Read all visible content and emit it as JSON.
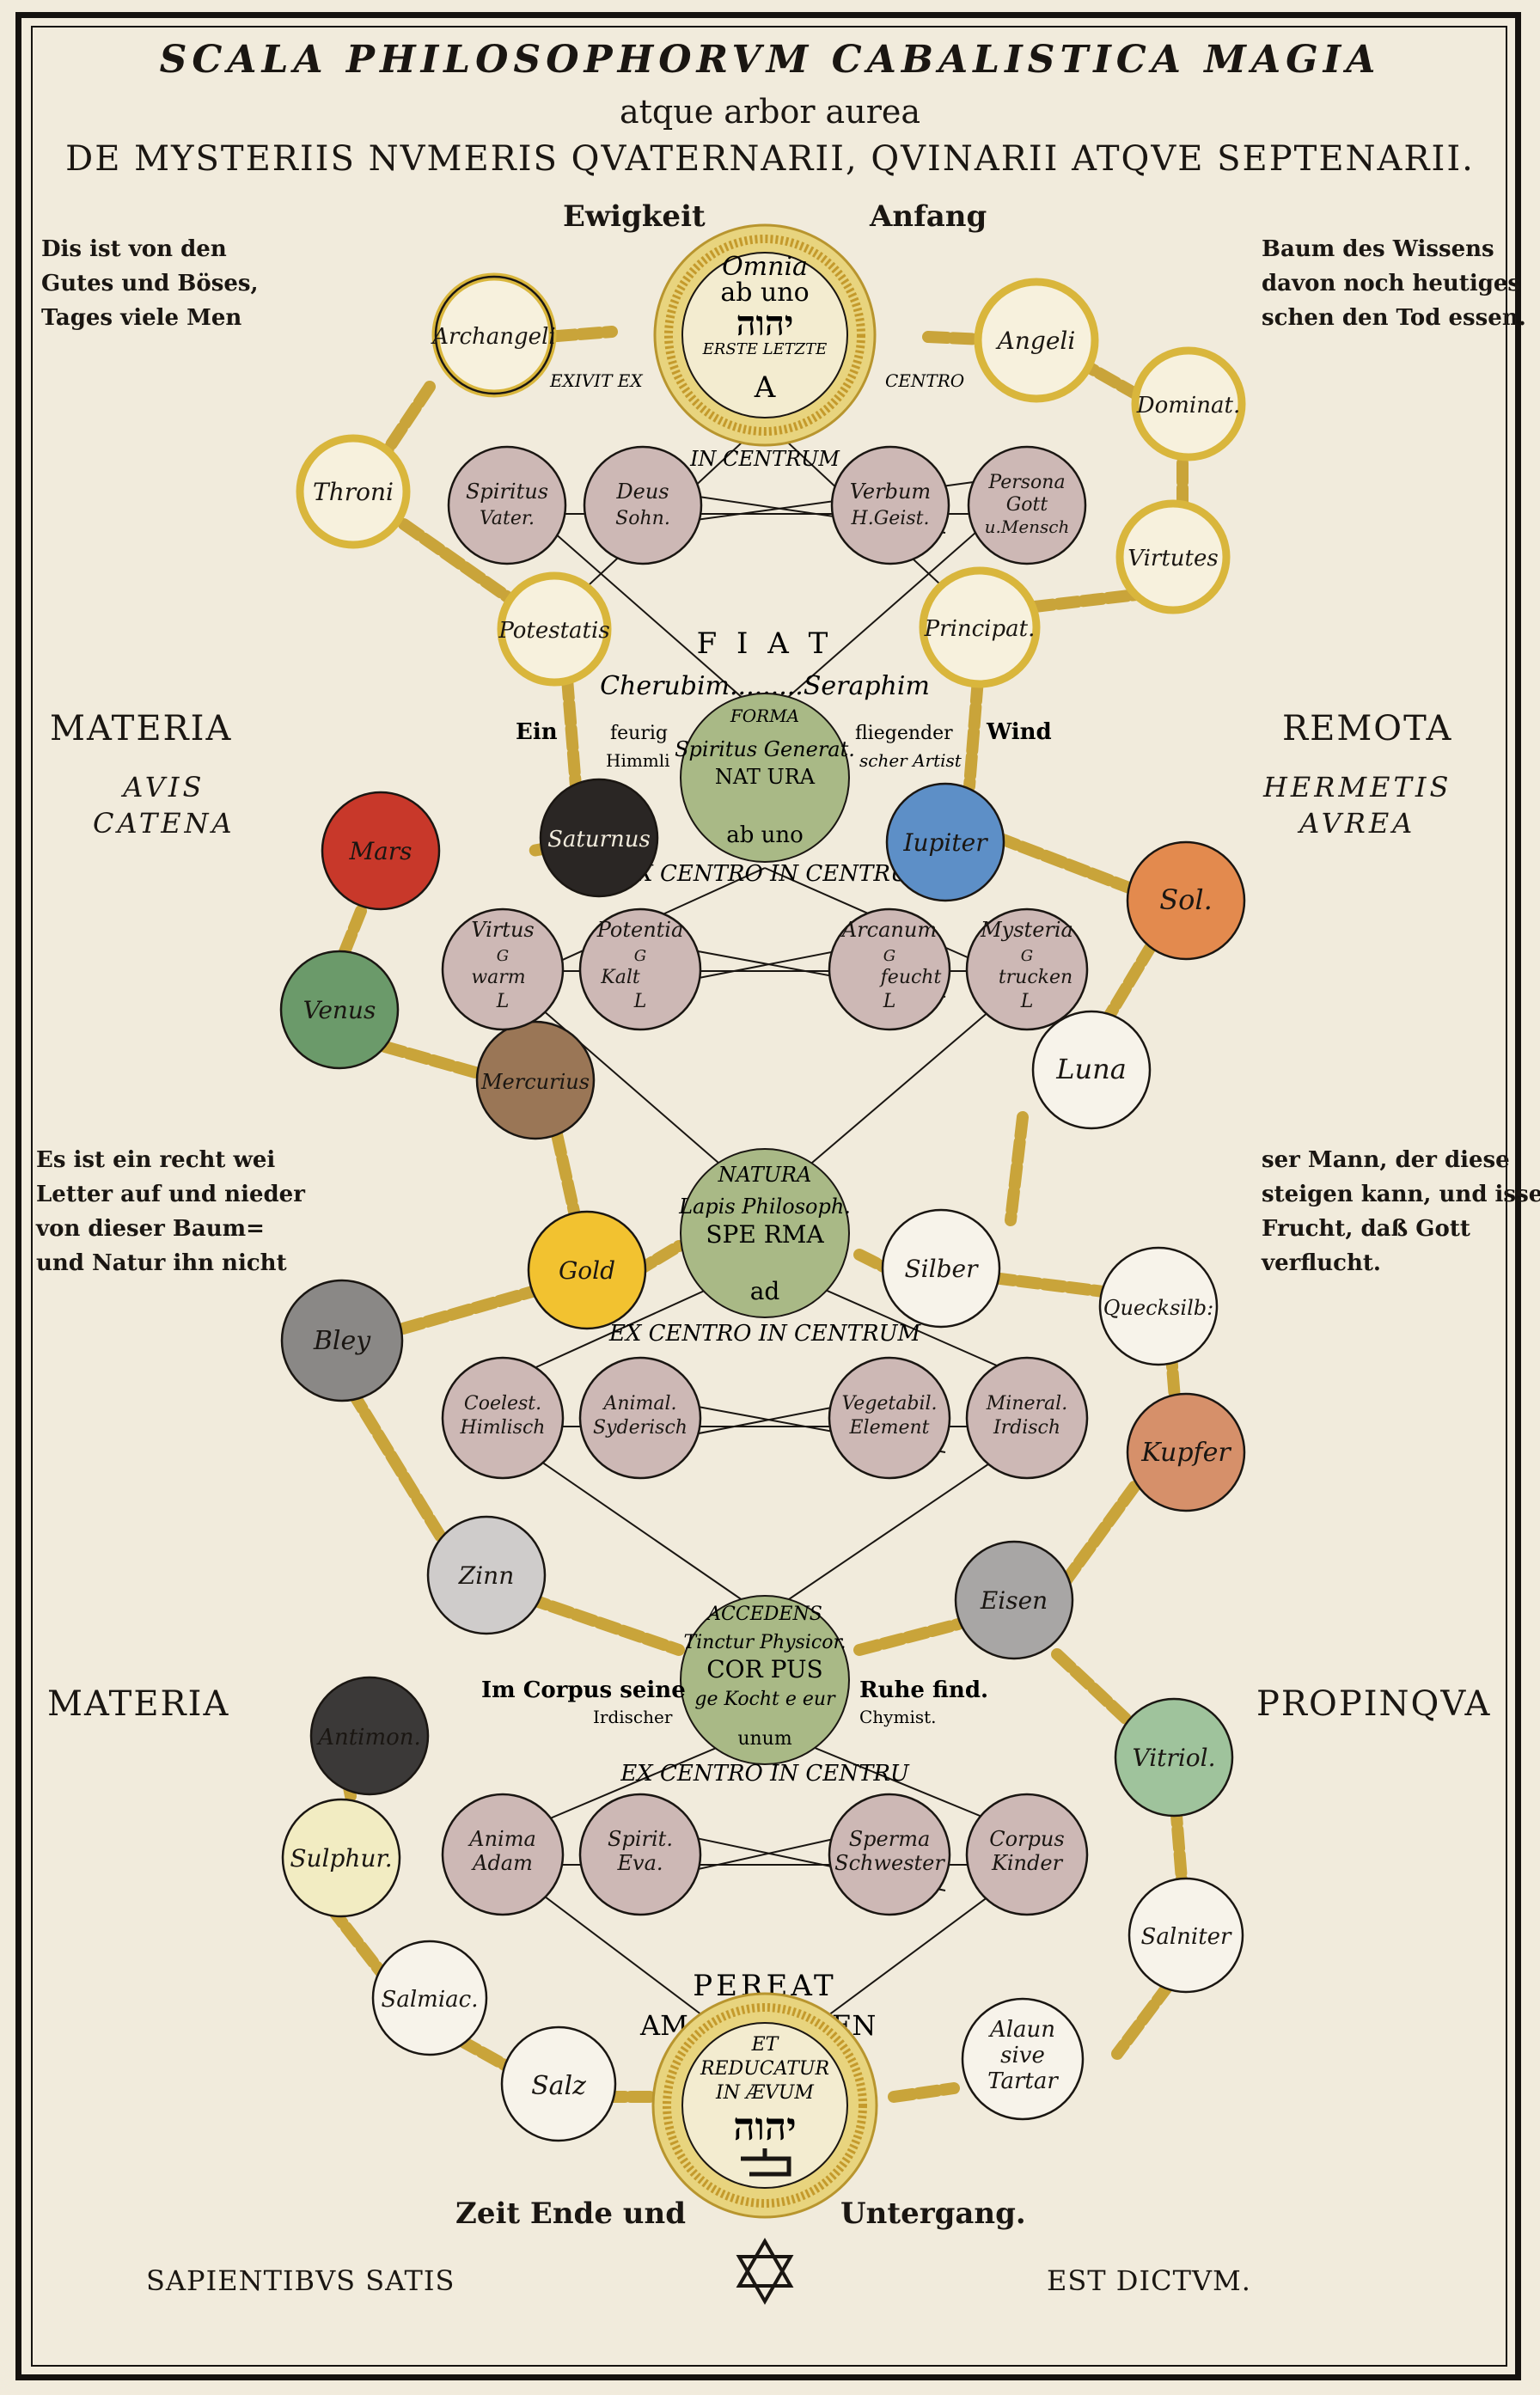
{
  "title": {
    "line1": "SCALA PHILOSOPHORVM CABALISTICA MAGIA",
    "line2": "atque arbor aurea",
    "line3": "DE MYSTERIIS NVMERIS QVATERNARII, QVINARII ATQVE SEPTENARII."
  },
  "top": {
    "left_word": "Ewigkeit",
    "right_word": "Anfang"
  },
  "left_text_1": [
    "Dis ist von den",
    "Gutes und Böses,",
    "Tages viele Men"
  ],
  "right_text_1": [
    "Baum des Wissens",
    "davon noch heutiges",
    "schen den Tod essen."
  ],
  "left_text_2": [
    "Es ist ein recht wei",
    "Letter auf und nieder",
    "von dieser Baum=",
    "und Natur ihn nicht"
  ],
  "right_text_2": [
    "ser Mann, der diese",
    "steigen kann, und isset",
    "Frucht, daß Gott",
    "verflucht."
  ],
  "side": {
    "materia_1": "MATERIA",
    "avis": [
      "AVIS",
      "CATENA"
    ],
    "remota": "REMOTA",
    "hermetis": [
      "HERMETIS",
      "AVREA"
    ],
    "materia_2": "MATERIA",
    "propinqua": "PROPINQVA"
  },
  "footer": {
    "left": "SAPIENTIBVS SATIS",
    "right": "EST DICTVM.",
    "star_icon": "hexagram"
  },
  "bottom": {
    "left_word": "Zeit Ende und",
    "right_word": "Untergang."
  },
  "center": {
    "top_sun": [
      "Omnia",
      "ab uno",
      "יהוה",
      "ERSTE  LETZTE",
      "A"
    ],
    "exivit": [
      "EXIVIT EX",
      "CENTRO"
    ],
    "in_centrum": "IN CENTRUM",
    "fiat": "F I A T",
    "cherubim": "Cherubim.........Seraphim",
    "ein": "Ein",
    "feurig": "feurig",
    "himmli": "Himmli",
    "fliegender": "fliegender",
    "artist": "scher Artist",
    "wind": "Wind",
    "forma": [
      "FORMA",
      "Spiritus Generat.",
      "NAT  URA",
      "ab uno"
    ],
    "excentro1": "EX CENTRO IN CENTRU",
    "natura": [
      "NATURA",
      "Lapis Philosoph.",
      "SPE    RMA",
      "ad"
    ],
    "excentro2": "EX CENTRO IN CENTRUM",
    "accedens": [
      "ACCEDENS",
      "Tinctur Physicor.",
      "COR  PUS",
      "ge Kocht e eur",
      "unum"
    ],
    "im_corpus": "Im Corpus seine",
    "irdischer": "Irdischer",
    "ruhe": "Ruhe find.",
    "chymist": "Chymist.",
    "excentro3": "EX CENTRO IN CENTRU",
    "pereat": "PEREAT",
    "am": "AM",
    "en": "EN",
    "bottom_sun": [
      "ET",
      "REDUCATUR",
      "IN ÆVUM",
      "יהוה"
    ]
  },
  "circles": {
    "archangeli": "Archangeli",
    "angeli": "Angeli",
    "dominat": "Dominat.",
    "throni": "Throni",
    "virtutes": "Virtutes",
    "potestatis": "Potestatis",
    "principat": "Principat.",
    "spiritus": [
      "Spiritus",
      "Vater."
    ],
    "deus": [
      "Deus",
      "Sohn."
    ],
    "verbum": [
      "Verbum",
      "H.Geist."
    ],
    "persona": [
      "Persona",
      "Gott",
      "u.Mensch"
    ],
    "mars": "Mars",
    "saturnus": "Saturnus",
    "iupiter": "Iupiter",
    "sol": "Sol.",
    "venus": "Venus",
    "mercurius": "Mercurius",
    "luna": "Luna",
    "virtus": [
      "Virtus",
      "G",
      "warm",
      "L"
    ],
    "potentia": [
      "Potentia",
      "G",
      "Kalt",
      "L"
    ],
    "arcanum": [
      "Arcanum",
      "G",
      "feucht",
      "L"
    ],
    "mysteria": [
      "Mysteria",
      "G",
      "trucken",
      "L"
    ],
    "gold": "Gold",
    "silber": "Silber",
    "bley": "Bley",
    "quecksilb": "Quecksilb:",
    "coelest": [
      "Coelest.",
      "Himlisch"
    ],
    "animal": [
      "Animal.",
      "Syderisch"
    ],
    "vegetabil": [
      "Vegetabil.",
      "Element"
    ],
    "mineral": [
      "Mineral.",
      "Irdisch"
    ],
    "kupfer": "Kupfer",
    "zinn": "Zinn",
    "eisen": "Eisen",
    "antimon": "Antimon.",
    "vitriol": "Vitriol.",
    "sulphur": "Sulphur.",
    "anima": [
      "Anima",
      "Adam"
    ],
    "spirit": [
      "Spirit.",
      "Eva."
    ],
    "sperma": [
      "Sperma",
      "Schwester"
    ],
    "corpus": [
      "Corpus",
      "Kinder"
    ],
    "salniter": "Salniter",
    "salmiac": "Salmiac.",
    "salz": "Salz",
    "alaun": [
      "Alaun",
      "sive",
      "Tartar"
    ]
  },
  "colors": {
    "paper": "#f1ebdc",
    "ink": "#1a1612",
    "gold_chain": "#c9a43a",
    "sun": "#e6cf6a",
    "green": "#a7b884",
    "mauve": "#cdb8b5",
    "mars": "#c8382a",
    "saturnus": "#2a2624",
    "iupiter": "#5d8fc7",
    "sol": "#e38a4e",
    "venus": "#6b9a6a",
    "mercurius": "#9a7656",
    "gold": "#f2c230",
    "bley": "#8a8886",
    "kupfer": "#d6906a",
    "zinn": "#cfcccb",
    "eisen": "#a8a6a5",
    "antimon": "#3b3938",
    "vitriol": "#9fc39c",
    "sulphur": "#f2ecc2"
  }
}
